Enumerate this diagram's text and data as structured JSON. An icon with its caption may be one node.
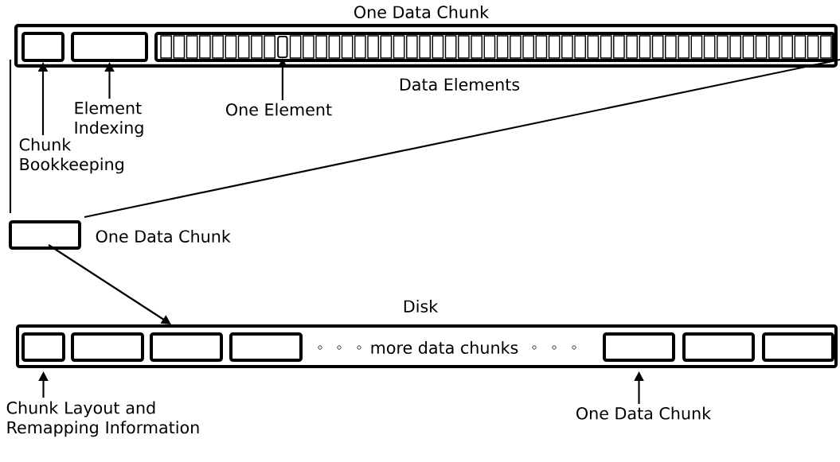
{
  "diagram": {
    "nodes": [
      {
        "text": [
          "One Data Chunk"
        ]
      },
      {
        "text": [],
        "shape": "box",
        "in": 0
      },
      {
        "text": [],
        "shape": "box",
        "in": 0
      },
      {
        "text": [],
        "shape": "box",
        "in": 0,
        "beside": [
          "Data Elements"
        ]
      },
      {
        "text": [],
        "shape": "box",
        "in": 3
      },
      {
        "text": [
          "Chunk Bookkeeping"
        ]
      },
      {
        "text": [
          "Element Indexing"
        ]
      },
      {
        "text": [
          "One Element"
        ]
      },
      {
        "text": [],
        "shape": "box",
        "beside": [
          "One Data Chunk"
        ]
      },
      {
        "text": [
          "Disk"
        ]
      },
      {
        "text": [],
        "shape": "box",
        "in": 9
      },
      {
        "text": [],
        "shape": "box",
        "in": 9
      },
      {
        "text": [],
        "shape": "box",
        "in": 9
      },
      {
        "text": [],
        "shape": "box",
        "in": 9
      },
      {
        "text": [],
        "shape": "box",
        "in": 9
      },
      {
        "text": [],
        "shape": "box",
        "in": 9
      },
      {
        "text": [],
        "shape": "box",
        "in": 9
      },
      {
        "text": [
          "Chunk Layout and Remapping Information"
        ]
      },
      {
        "text": [
          "One Data Chunk"
        ]
      }
    ],
    "edges": [
      {
        "from": 5,
        "to": 1,
        "arrow": "to"
      },
      {
        "from": 6,
        "to": 2,
        "arrow": "to"
      },
      {
        "from": 7,
        "to": 4,
        "arrow": "to"
      },
      {
        "from": 8,
        "to": 0,
        "arrow": "none"
      },
      {
        "from": 8,
        "to": 0,
        "arrow": "none"
      },
      {
        "from": 8,
        "to": 12,
        "arrow": "to"
      },
      {
        "from": 17,
        "to": 10,
        "arrow": "to"
      },
      {
        "from": 18,
        "to": 14,
        "arrow": "to"
      }
    ],
    "labels": [
      "more data chunks"
    ]
  }
}
